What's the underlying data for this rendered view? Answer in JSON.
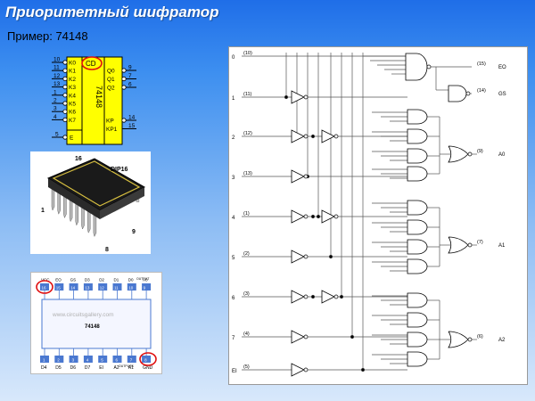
{
  "slide": {
    "title": "Приоритетный шифратор",
    "subtitle": "Пример: 74148"
  },
  "symbol": {
    "header": "CD",
    "part": "74148",
    "inputs": [
      "K0",
      "K1",
      "K2",
      "K3",
      "K4",
      "K5",
      "K6",
      "K7"
    ],
    "input_pins": [
      "10",
      "11",
      "12",
      "13",
      "1",
      "2",
      "3",
      "4"
    ],
    "enable": "E",
    "enable_pin": "5",
    "outputs": [
      "Q0",
      "Q1",
      "Q2"
    ],
    "output_pins": [
      "9",
      "7",
      "6"
    ],
    "flags": [
      "KP",
      "KP1"
    ],
    "flag_pins": [
      "14",
      "15"
    ]
  },
  "package": {
    "name": "DIP16",
    "pin_first": "1",
    "pin_last": "8",
    "pin_top": "16",
    "pin_right": "9"
  },
  "pinout": {
    "watermark": "www.circuitsgallery.com",
    "part": "74148",
    "output_label_top": "OUTPUT",
    "output_label_bottom": "OUTPUTS",
    "top_labels": [
      "VCC",
      "EO",
      "GS",
      "D3",
      "D2",
      "D1",
      "D0",
      "A0"
    ],
    "bottom_labels": [
      "D4",
      "D5",
      "D6",
      "D7",
      "EI",
      "A2",
      "A1",
      "GND"
    ],
    "top_pins": [
      "16",
      "15",
      "14",
      "13",
      "12",
      "11",
      "10",
      "9"
    ],
    "bottom_pins": [
      "1",
      "2",
      "3",
      "4",
      "5",
      "6",
      "7",
      "8"
    ]
  },
  "schematic": {
    "inputs": [
      {
        "index": "0",
        "pin": "(10)"
      },
      {
        "index": "1",
        "pin": "(11)"
      },
      {
        "index": "2",
        "pin": "(12)"
      },
      {
        "index": "3",
        "pin": "(13)"
      },
      {
        "index": "4",
        "pin": "(1)"
      },
      {
        "index": "5",
        "pin": "(2)"
      },
      {
        "index": "6",
        "pin": "(3)"
      },
      {
        "index": "7",
        "pin": "(4)"
      },
      {
        "index": "EI",
        "pin": "(5)"
      }
    ],
    "outputs": [
      {
        "name": "EO",
        "pin": "(15)"
      },
      {
        "name": "GS",
        "pin": "(14)"
      },
      {
        "name": "A0",
        "pin": "(9)"
      },
      {
        "name": "A1",
        "pin": "(7)"
      },
      {
        "name": "A2",
        "pin": "(6)"
      }
    ]
  },
  "colors": {
    "chip_fill": "#ffff00",
    "highlight": "#e01010",
    "slide_top": "#1f6ee8",
    "pin_blue": "#4a78d0"
  }
}
